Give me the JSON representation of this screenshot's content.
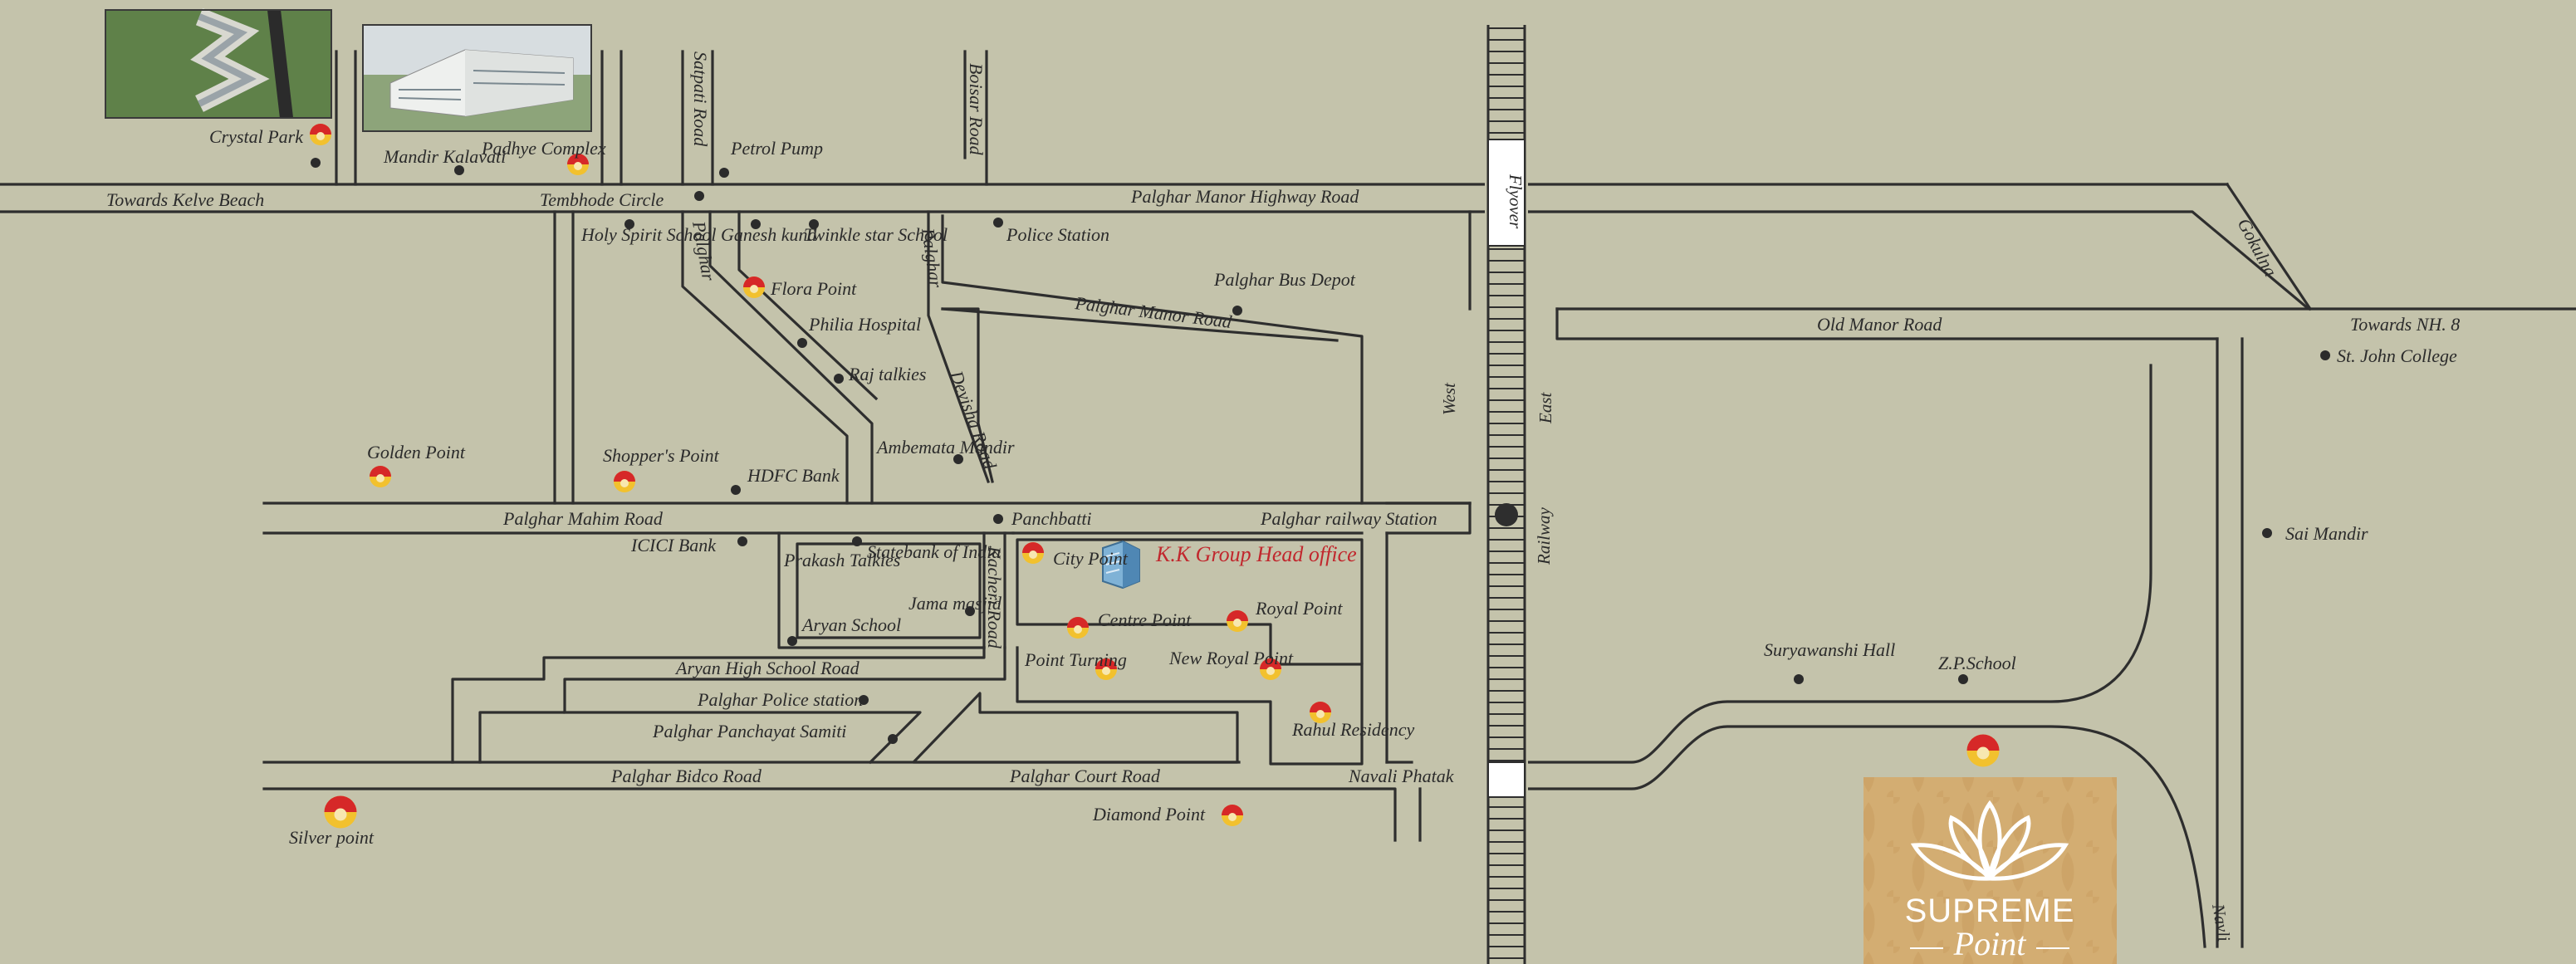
{
  "map": {
    "colors": {
      "background": "#c4c3ab",
      "road": "#2e2e2e",
      "highlight": "#c1272d",
      "marker_red": "#d62828",
      "marker_yellow": "#f2c12e"
    },
    "landmarks": {
      "crystal_park": "Crystal Park",
      "mandir_kalavati": "Mandir Kalavati",
      "padhye_complex": "Padhye Complex",
      "petrol_pump": "Petrol Pump",
      "tembhode_circle": "Tembhode Circle",
      "holy_spirit_school": "Holy Spirit School",
      "ganesh_kund": "Ganesh kund",
      "twinkle_star_school": "Twinkle star School",
      "police_station": "Police Station",
      "flora_point": "Flora Point",
      "palghar_bus_depot": "Palghar Bus Depot",
      "philia_hospital": "Philia Hospital",
      "raj_talkies": "Raj talkies",
      "ambemata_mandir": "Ambemata Mandir",
      "golden_point": "Golden Point",
      "shoppers_point": "Shopper's Point",
      "hdfc_bank": "HDFC Bank",
      "panchbatti": "Panchbatti",
      "icici_bank": "ICICI Bank",
      "prakash_talkies": "Prakash Talkies",
      "statebank_of_india": "Statebank of India",
      "city_point": "City Point",
      "kk_group_head_office": "K.K Group Head office",
      "aryan_school": "Aryan School",
      "jama_masjid": "Jama masjid",
      "centre_point": "Centre Point",
      "royal_point": "Royal Point",
      "point_turning": "Point Turning",
      "new_royal_point": "New Royal Point",
      "palghar_police_station": "Palghar Police station",
      "palghar_panchayat_samiti": "Palghar Panchayat Samiti",
      "rahul_residency": "Rahul Residency",
      "navali_phatak": "Navali Phatak",
      "silver_point": "Silver point",
      "diamond_point": "Diamond Point",
      "st_john_college": "St. John College",
      "sai_mandir": "Sai Mandir",
      "suryawanshi_hall": "Suryawanshi Hall",
      "zp_school": "Z.P.School"
    },
    "roads": {
      "towards_kelve_beach": "Towards Kelve Beach",
      "palghar_manor_highway_road": "Palghar Manor Highway Road",
      "palghar_manor_road": "Palghar Manor Road",
      "old_manor_road": "Old Manor Road",
      "towards_nh8": "Towards NH. 8",
      "gokulna": "Gokulna",
      "satpati_road": "Satpati Road",
      "boisar_road": "Boisar Road",
      "palghar_1": "Palghar",
      "palghar_2": "Palghar",
      "devisha_road": "Devisha Road",
      "palghar_mahim_road": "Palghar Mahim Road",
      "palghar_railway_station": "Palghar railway Station",
      "kacheri_road": "Kacheri Road",
      "aryan_high_school_road": "Aryan High School Road",
      "palghar_bidco_road": "Palghar Bidco Road",
      "palghar_court_road": "Palghar Court Road",
      "flyover": "Flyover",
      "west": "West",
      "east": "East",
      "railway": "Railway",
      "navli": "Navli"
    },
    "logo": {
      "title": "SUPREME",
      "subtitle": "Point"
    }
  }
}
